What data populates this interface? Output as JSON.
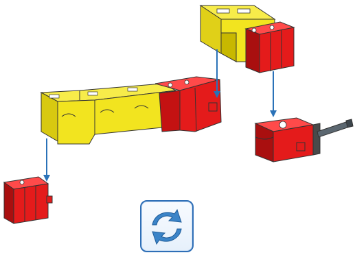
{
  "scene": {
    "colors": {
      "yellow": "#f2e41f",
      "yellow_shade": "#c8b800",
      "red": "#e41b1b",
      "red_shade": "#a90f0f",
      "gray": "#5b6770",
      "arrow": "#2a72b8",
      "button_border": "#2f6fb7"
    },
    "parts": [
      {
        "name": "yellow-bracket-top",
        "icon": "yellow-building-block"
      },
      {
        "name": "red-connector-stack-top",
        "icon": "red-building-block"
      },
      {
        "name": "yellow-red-assembly",
        "icon": "block-assembly"
      },
      {
        "name": "red-small-block",
        "icon": "red-building-block"
      },
      {
        "name": "red-axle-hub",
        "icon": "axle-hub"
      }
    ],
    "arrows": [
      "arrow-top-left",
      "arrow-top-right",
      "arrow-middle",
      "arrow-left"
    ]
  },
  "controls": {
    "rotate_button": {
      "icon": "rotate-arrows-icon"
    }
  }
}
